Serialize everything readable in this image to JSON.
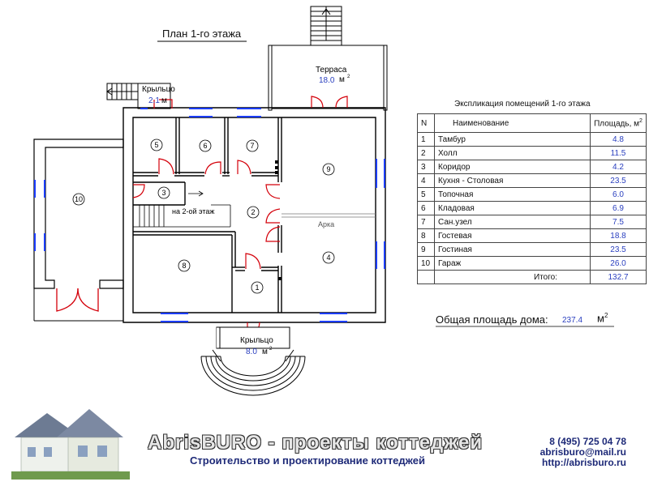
{
  "plan": {
    "title": "План 1-го этажа",
    "terrace": {
      "label": "Терраса",
      "area": "18.0",
      "unit": "м"
    },
    "porch_side": {
      "label": "Крыльцо",
      "area": "2.1",
      "unit": "м"
    },
    "porch_front": {
      "label": "Крыльцо",
      "area": "8.0",
      "unit": "м"
    },
    "stairs_label": "на 2-ой этаж",
    "arch_label": "Арка",
    "room_numbers": [
      "1",
      "2",
      "3",
      "4",
      "5",
      "6",
      "7",
      "8",
      "9",
      "10"
    ]
  },
  "explication": {
    "title": "Экспликация помещений 1-го этажа",
    "headers": {
      "n": "N",
      "name": "Наименование",
      "area": "Площадь, м"
    },
    "rows": [
      {
        "n": "1",
        "name": "Тамбур",
        "area": "4.8"
      },
      {
        "n": "2",
        "name": "Холл",
        "area": "11.5"
      },
      {
        "n": "3",
        "name": "Коридор",
        "area": "4.2"
      },
      {
        "n": "4",
        "name": "Кухня - Столовая",
        "area": "23.5"
      },
      {
        "n": "5",
        "name": "Топочная",
        "area": "6.0"
      },
      {
        "n": "6",
        "name": "Кладовая",
        "area": "6.9"
      },
      {
        "n": "7",
        "name": "Сан.узел",
        "area": "7.5"
      },
      {
        "n": "8",
        "name": "Гостевая",
        "area": "18.8"
      },
      {
        "n": "9",
        "name": "Гостиная",
        "area": "23.5"
      },
      {
        "n": "10",
        "name": "Гараж",
        "area": "26.0"
      }
    ],
    "total_label": "Итого:",
    "total_value": "132.7"
  },
  "house_total": {
    "label": "Общая площадь дома:",
    "value": "237.4",
    "unit": "м"
  },
  "footer": {
    "brand": "AbrisBURO - проекты коттеджей",
    "slogan": "Строительство и проектирование коттеджей",
    "phone": "8 (495) 725 04 78",
    "email": "abrisburo@mail.ru",
    "site": "http://abrisburo.ru"
  },
  "colors": {
    "wall": "#000000",
    "window": "#1a3cff",
    "door": "#d4000a",
    "label_blue": "#2a3fbf"
  }
}
